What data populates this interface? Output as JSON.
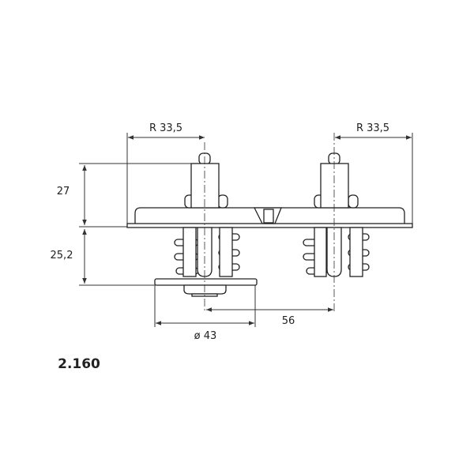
{
  "diagram": {
    "dimensions": {
      "radius_left": "R 33,5",
      "radius_right": "R 33,5",
      "height_top": "27",
      "height_bottom": "25,2",
      "center_distance": "56",
      "diameter": "ø 43"
    },
    "part_number": "2.160",
    "line_color": "#222222"
  }
}
